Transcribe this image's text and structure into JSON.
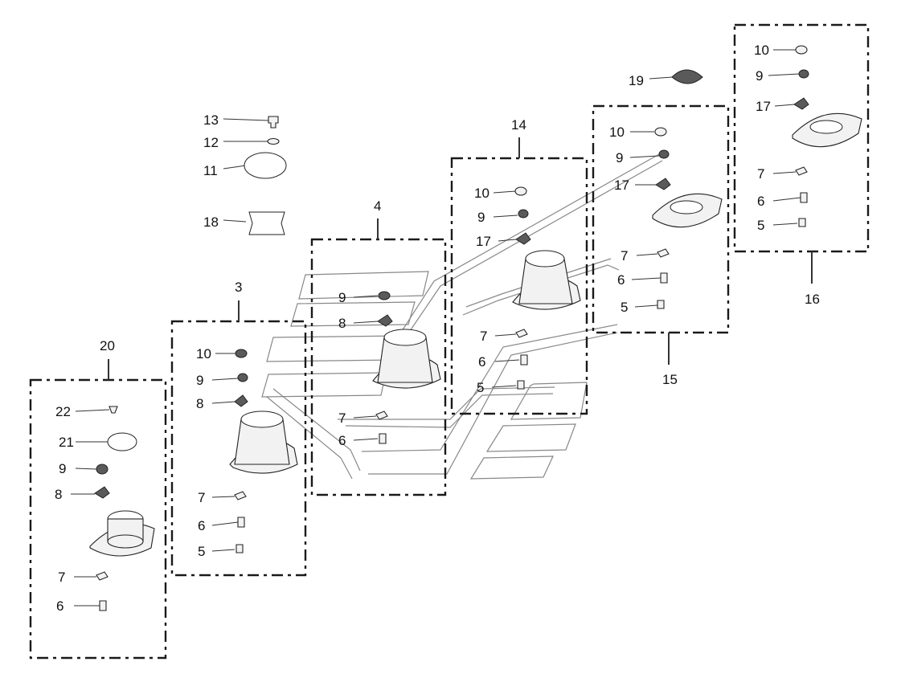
{
  "callouts": [
    {
      "id": "c-13",
      "text": "13"
    },
    {
      "id": "c-12",
      "text": "12"
    },
    {
      "id": "c-11",
      "text": "11"
    },
    {
      "id": "c-18",
      "text": "18"
    },
    {
      "id": "c-19",
      "text": "19"
    },
    {
      "id": "c-20",
      "text": "20"
    },
    {
      "id": "c-3",
      "text": "3"
    },
    {
      "id": "c-4",
      "text": "4"
    },
    {
      "id": "c-14",
      "text": "14"
    },
    {
      "id": "c-15",
      "text": "15"
    },
    {
      "id": "c-16",
      "text": "16"
    },
    {
      "id": "g20-22",
      "text": "22"
    },
    {
      "id": "g20-21",
      "text": "21"
    },
    {
      "id": "g20-9",
      "text": "9"
    },
    {
      "id": "g20-8",
      "text": "8"
    },
    {
      "id": "g20-7",
      "text": "7"
    },
    {
      "id": "g20-6",
      "text": "6"
    },
    {
      "id": "g3-10",
      "text": "10"
    },
    {
      "id": "g3-9",
      "text": "9"
    },
    {
      "id": "g3-8",
      "text": "8"
    },
    {
      "id": "g3-7",
      "text": "7"
    },
    {
      "id": "g3-6",
      "text": "6"
    },
    {
      "id": "g3-5",
      "text": "5"
    },
    {
      "id": "g4-9",
      "text": "9"
    },
    {
      "id": "g4-8",
      "text": "8"
    },
    {
      "id": "g4-7",
      "text": "7"
    },
    {
      "id": "g4-6",
      "text": "6"
    },
    {
      "id": "g14-10",
      "text": "10"
    },
    {
      "id": "g14-9",
      "text": "9"
    },
    {
      "id": "g14-17",
      "text": "17"
    },
    {
      "id": "g14-7",
      "text": "7"
    },
    {
      "id": "g14-6",
      "text": "6"
    },
    {
      "id": "g14-5",
      "text": "5"
    },
    {
      "id": "g15-10",
      "text": "10"
    },
    {
      "id": "g15-9",
      "text": "9"
    },
    {
      "id": "g15-17",
      "text": "17"
    },
    {
      "id": "g15-7",
      "text": "7"
    },
    {
      "id": "g15-6",
      "text": "6"
    },
    {
      "id": "g15-5",
      "text": "5"
    },
    {
      "id": "g16-10",
      "text": "10"
    },
    {
      "id": "g16-9",
      "text": "9"
    },
    {
      "id": "g16-17",
      "text": "17"
    },
    {
      "id": "g16-7",
      "text": "7"
    },
    {
      "id": "g16-6",
      "text": "6"
    },
    {
      "id": "g16-5",
      "text": "5"
    }
  ]
}
